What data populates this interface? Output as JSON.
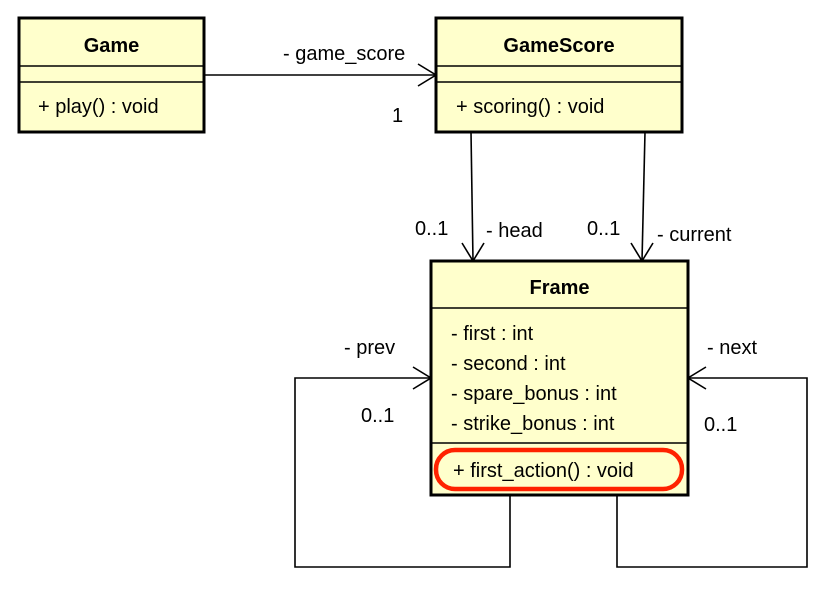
{
  "classes": {
    "game": {
      "name": "Game",
      "methods": [
        "+ play() : void"
      ]
    },
    "gamescore": {
      "name": "GameScore",
      "methods": [
        "+ scoring() : void"
      ]
    },
    "frame": {
      "name": "Frame",
      "attributes": [
        "- first : int",
        "- second : int",
        "- spare_bonus : int",
        "- strike_bonus : int"
      ],
      "methods": [
        "+ first_action() : void"
      ]
    }
  },
  "associations": {
    "game_to_gamescore": {
      "role": "- game_score",
      "multiplicity": "1"
    },
    "head": {
      "role": "- head",
      "multiplicity": "0..1"
    },
    "current": {
      "role": "- current",
      "multiplicity": "0..1"
    },
    "prev": {
      "role": "- prev",
      "multiplicity": "0..1"
    },
    "next": {
      "role": "- next",
      "multiplicity": "0..1"
    }
  },
  "colors": {
    "class_fill": "#ffffcc",
    "line": "#000000",
    "highlight": "#ff2200"
  }
}
